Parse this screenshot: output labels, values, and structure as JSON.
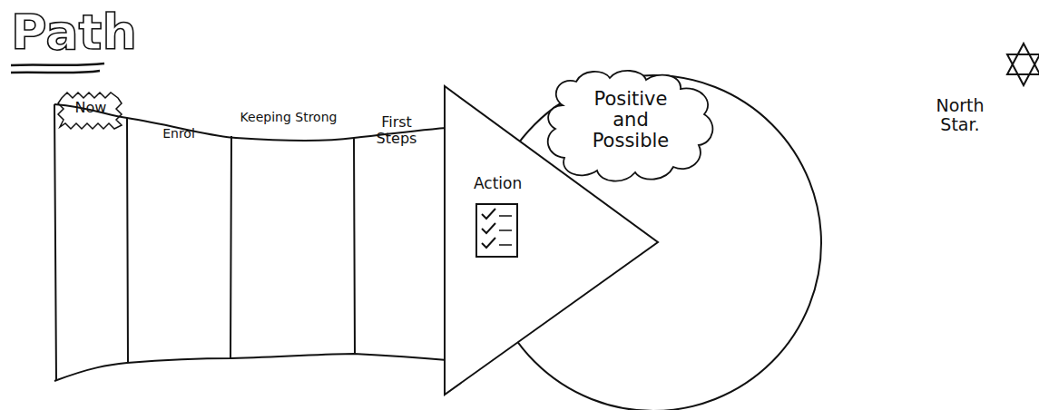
{
  "diagram": {
    "title": "Path",
    "nodes": [
      {
        "text": [
          "Now"
        ]
      },
      {
        "text": [
          "Enrol"
        ]
      },
      {
        "text": [
          "Keeping Strong"
        ]
      },
      {
        "text": [
          "First Steps"
        ]
      },
      {
        "text": [
          "Action"
        ]
      },
      {
        "text": [
          "Positive and Possible"
        ]
      }
    ],
    "labels": [
      "North Star."
    ]
  }
}
